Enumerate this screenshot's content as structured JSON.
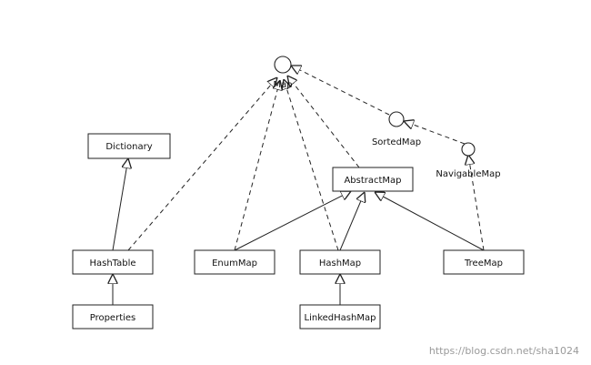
{
  "nodes": {
    "map": "Map",
    "dictionary": "Dictionary",
    "sorted_map": "SortedMap",
    "navigable_map": "NavigableMap",
    "abstract_map": "AbstractMap",
    "hashtable": "HashTable",
    "enum_map": "EnumMap",
    "hash_map": "HashMap",
    "tree_map": "TreeMap",
    "properties": "Properties",
    "linked_hash_map": "LinkedHashMap"
  },
  "watermark": "https://blog.csdn.net/sha1024",
  "colors": {
    "line": "#222222",
    "box_fill": "#ffffff",
    "watermark": "#9a9a9a"
  }
}
